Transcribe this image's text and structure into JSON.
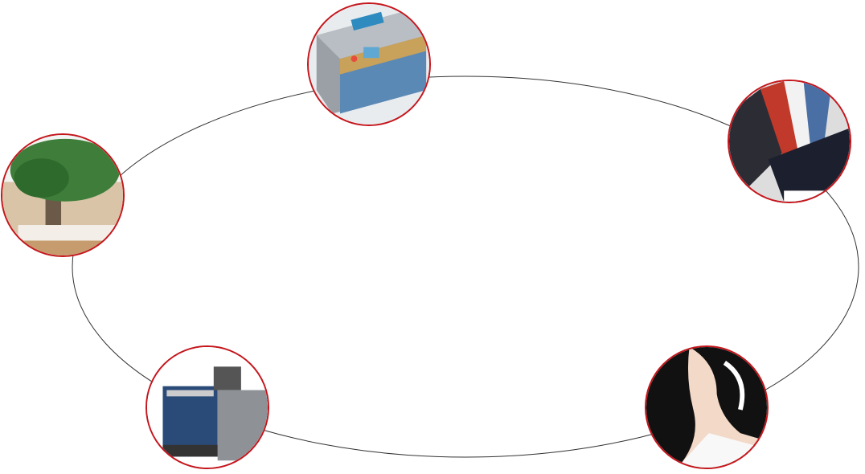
{
  "colors": {
    "ring_border": "#c4161c",
    "orbit_line": "#333333"
  },
  "nodes": [
    {
      "id": "binding-machine",
      "icon": "binding-machine-photo"
    },
    {
      "id": "brochures",
      "icon": "printed-brochures-photo"
    },
    {
      "id": "office-interior",
      "icon": "office-tree-interior-photo"
    },
    {
      "id": "digital-press",
      "icon": "digital-printing-press-photo"
    },
    {
      "id": "customer-service",
      "icon": "headset-service-agent-photo"
    }
  ]
}
